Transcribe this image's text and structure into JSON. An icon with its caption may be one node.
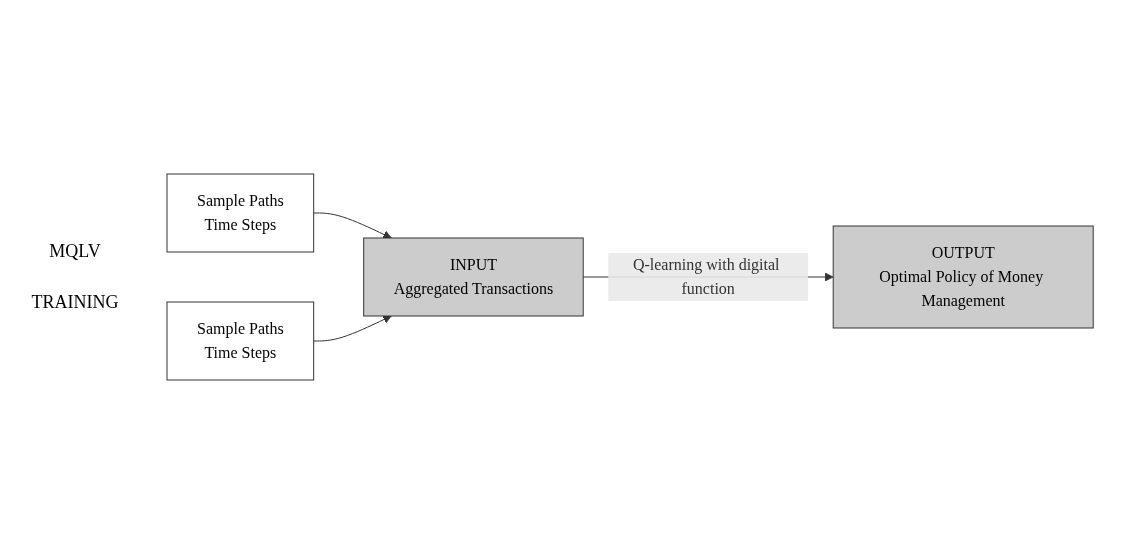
{
  "diagram": {
    "nodes": [
      {
        "text": [
          "Sample Paths",
          "Time Steps"
        ]
      },
      {
        "text": [
          "Sample Paths",
          "Time Steps"
        ]
      },
      {
        "text": [
          "INPUT",
          "Aggregated Transactions"
        ]
      },
      {
        "text": [
          "OUTPUT",
          "Optimal Policy of Money Management"
        ]
      }
    ],
    "edges": [
      {
        "from": 0,
        "to": 2,
        "arrow": "to"
      },
      {
        "from": 1,
        "to": 2,
        "arrow": "to"
      },
      {
        "from": 2,
        "to": 3,
        "arrow": "to",
        "label": "Q-learning with digital function"
      }
    ],
    "labels": [
      "MQLV",
      "TRAINING"
    ]
  }
}
